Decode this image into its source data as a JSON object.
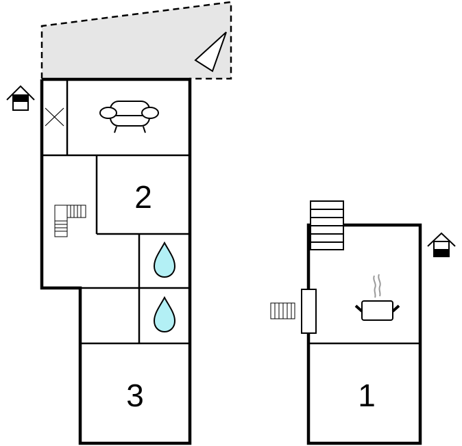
{
  "floorplan": {
    "rooms": {
      "bedroom_2": "2",
      "bedroom_3": "3",
      "bedroom_1": "1"
    },
    "colors": {
      "wall": "#000000",
      "terrace_fill": "#e6e6e6",
      "water_drop": "#b3f0f5",
      "steam": "#999999",
      "background": "#ffffff"
    },
    "icons": [
      "entrance-icon",
      "fireplace-x-icon",
      "sofa-icon",
      "staircase-icon",
      "bathroom-drop-icon",
      "cooking-pot-icon",
      "radiator-icon",
      "stairs-icon",
      "terrace-triangle-icon"
    ]
  }
}
